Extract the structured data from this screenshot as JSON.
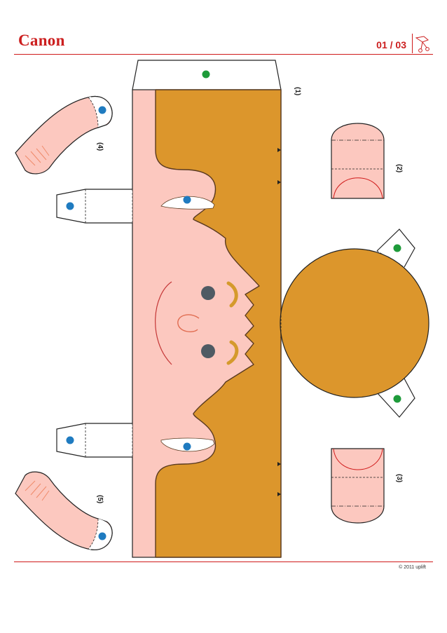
{
  "header": {
    "brand": "Canon",
    "page_indicator": "01 / 03"
  },
  "footer": {
    "copyright": "© 2011 uplift"
  },
  "parts": {
    "p1": "(1)",
    "p2": "(2)",
    "p3": "(3)",
    "p4": "(4)",
    "p5": "(5)"
  },
  "colors": {
    "brand_red": "#cc1f1f",
    "skin": "#fcc8bf",
    "hair": "#dc962c",
    "glue_green": "#1e9b3a",
    "glue_blue": "#1f7bc0",
    "eye": "#4f5a63",
    "outline": "#5a3a1f"
  },
  "icons": {
    "header_icon": "scissors-icon"
  }
}
